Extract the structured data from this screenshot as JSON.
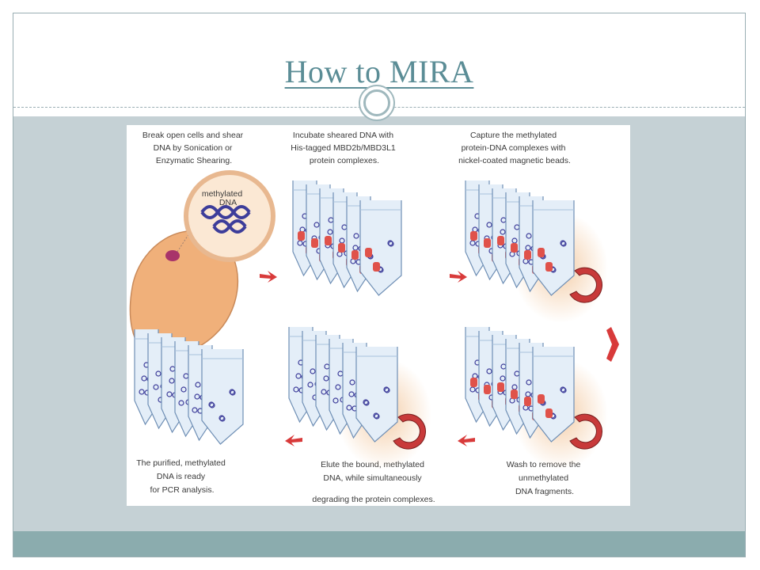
{
  "slide": {
    "title": "How to MIRA"
  },
  "diagram": {
    "steps": [
      {
        "lines": [
          "Break open cells and shear",
          "DNA by Sonication or",
          "Enzymatic Shearing."
        ]
      },
      {
        "lines": [
          "Incubate sheared DNA with",
          "His-tagged MBD2b/MBD3L1",
          "protein complexes."
        ]
      },
      {
        "lines": [
          "Capture the methylated",
          "protein-DNA complexes with",
          "nickel-coated magnetic beads."
        ]
      },
      {
        "lines": [
          "Wash to remove the",
          "unmethylated",
          "DNA fragments."
        ]
      },
      {
        "lines": [
          "Elute the bound, methylated",
          "DNA, while simultaneously",
          "degrading the protein complexes."
        ]
      },
      {
        "lines": [
          "The purified, methylated",
          "DNA is ready",
          "for PCR analysis."
        ]
      }
    ],
    "bubble_label": [
      "methylated",
      "DNA"
    ],
    "colors": {
      "arrow": "#d83a3a",
      "protein": "#e0524a",
      "tube_fill": "#e4eef8",
      "tube_stroke": "#6f8fb5",
      "cell": "#f0b07a",
      "dna": "#3d3d9a"
    }
  }
}
